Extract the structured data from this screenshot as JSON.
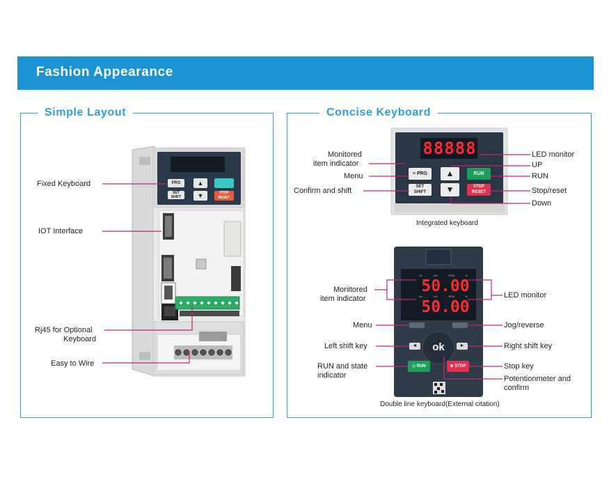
{
  "banner": {
    "title": "Fashion Appearance"
  },
  "left_panel": {
    "title": "Simple Layout",
    "labels": {
      "fixed_keyboard": "Fixed Keyboard",
      "iot_interface": "IOT Interface",
      "rj45_line1": "Rj45 for Optional",
      "rj45_line2": "Keyboard",
      "easy_wire": "Easy to Wire"
    },
    "device": {
      "key_prg": "PRG",
      "key_set": "SET",
      "key_shift": "SHIFT",
      "key_stop": "STOP",
      "key_reset": "RESET"
    }
  },
  "right_panel": {
    "title": "Concise Keyboard",
    "integrated": {
      "caption": "Integrated keyboard",
      "display_value": "88888",
      "labels": {
        "monitored_line1": "Monitored",
        "monitored_line2": "item indicator",
        "menu": "Menu",
        "confirm_shift": "Confirm and shift",
        "led_monitor": "LED monitor",
        "up": "UP",
        "run": "RUN",
        "stop_reset": "Stop/reset",
        "down": "Down"
      },
      "keys": {
        "prg": "PRG",
        "run": "RUN",
        "set": "SET",
        "shift": "SHIFT",
        "stop": "STOP",
        "reset": "RESET"
      }
    },
    "double_line": {
      "caption": "Double line keyboard(External citation)",
      "display_line1": "50.00",
      "display_line2": "50.00",
      "labels": {
        "monitored_line1": "Monitored",
        "monitored_line2": "item indicator",
        "menu": "Menu",
        "left_shift": "Left shift key",
        "run_state_line1": "RUN and state",
        "run_state_line2": "indicator",
        "led_monitor": "LED monitor",
        "jog_reverse": "Jog/reverse",
        "right_shift": "Right shift key",
        "stop_key": "Stop key",
        "pot_line1": "Potentionmeter and",
        "pot_line2": "confirm"
      },
      "keys": {
        "ok": "ok",
        "run": "RUN",
        "stop": "STOP"
      },
      "indicator_marks": [
        "Hz",
        "V/A",
        "RPM",
        "%"
      ]
    }
  },
  "colors": {
    "banner": "#1b92d3",
    "panel_border": "#2f9fd8",
    "leader_line": "#c0267a",
    "led_red": "#ff2a2a",
    "run_green": "#1fa05a",
    "stop_red": "#e0324e"
  }
}
